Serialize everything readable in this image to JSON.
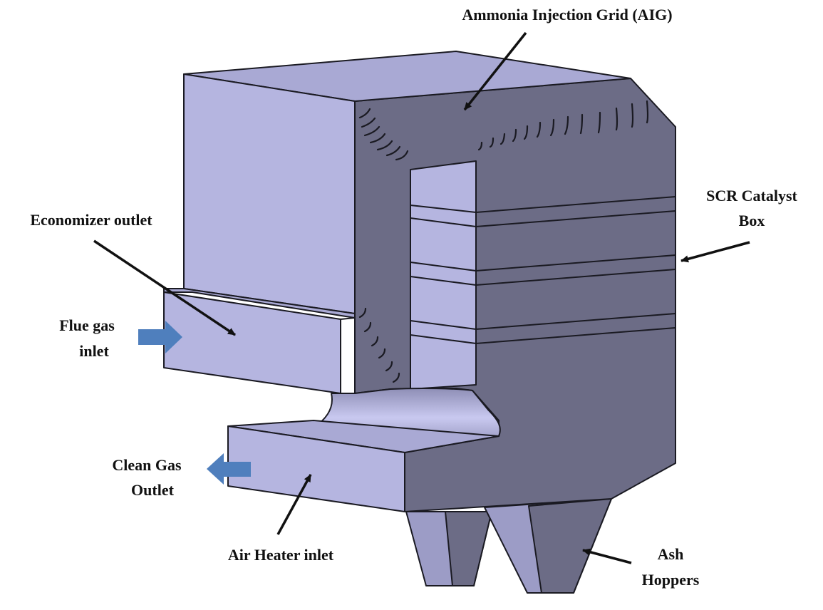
{
  "labels": {
    "aig": "Ammonia Injection Grid (AIG)",
    "scr_line1": "SCR Catalyst",
    "scr_line2": "Box",
    "economizer": "Economizer outlet",
    "flue_line1": "Flue gas",
    "flue_line2": "inlet",
    "clean_line1": "Clean Gas",
    "clean_line2": "Outlet",
    "air_heater": "Air Heater inlet",
    "ash_line1": "Ash",
    "ash_line2": "Hoppers"
  },
  "colors": {
    "light_face": "#b5b5e0",
    "top_face": "#a9a9d4",
    "dark_face": "#6c6c86",
    "mid_face": "#8a8ab0",
    "edge": "#1a1a22",
    "flow_arrow": "#4f7fbd",
    "label_text": "#111111"
  },
  "icons": {
    "flow_in": "flue-gas-inlet-arrow-icon",
    "flow_out": "clean-gas-outlet-arrow-icon"
  }
}
